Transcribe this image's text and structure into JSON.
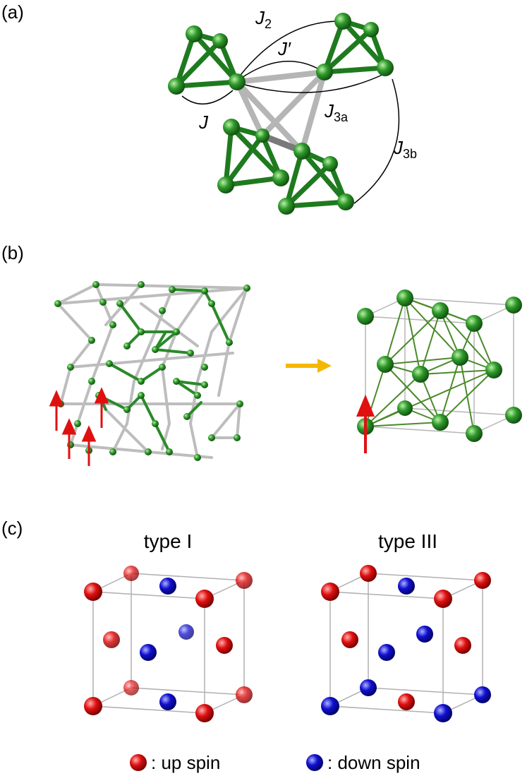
{
  "panels": {
    "a": {
      "label": "(a)"
    },
    "b": {
      "label": "(b)"
    },
    "c": {
      "label": "(c)"
    }
  },
  "couplings": {
    "J": "J",
    "J2_main": "J",
    "J2_sub": "2",
    "Jprime": "J′",
    "J3a_main": "J",
    "J3a_sub": "3a",
    "J3b_main": "J",
    "J3b_sub": "3b"
  },
  "types": {
    "left": "type I",
    "right": "type III"
  },
  "legend": {
    "up": ": up spin",
    "down": ": down spin"
  },
  "colors": {
    "green": "#2e8b2e",
    "green_dark": "#1f6b1f",
    "gray_bond": "#b8b8b8",
    "red_spin": "#e01010",
    "blue_spin": "#1010d0",
    "arrow_yellow": "#f5b800",
    "spin_arrow": "#e01010"
  }
}
